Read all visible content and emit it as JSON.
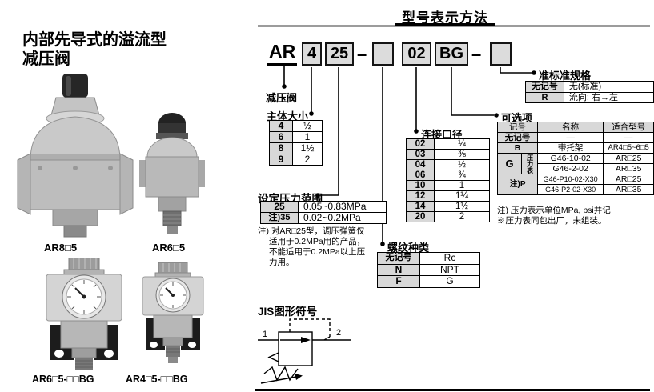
{
  "left": {
    "title_line1": "内部先导式的溢流型",
    "title_line2": "减压阀",
    "captions": [
      "AR8□5",
      "AR6□5",
      "AR6□5-□□BG",
      "AR4□5-□□BG"
    ]
  },
  "header": {
    "title": "型号表示方法"
  },
  "model_code": {
    "prefix": "AR",
    "box1": "4",
    "box2": "25",
    "dash1": "–",
    "box3": "",
    "box4": "02",
    "box5": "BG",
    "dash2": "–",
    "box6": ""
  },
  "valve_label": "减压阀",
  "body_size": {
    "label": "主体大小",
    "rows": [
      [
        "4",
        "½"
      ],
      [
        "6",
        "1"
      ],
      [
        "8",
        "1½"
      ],
      [
        "9",
        "2"
      ]
    ]
  },
  "pressure_range": {
    "label": "设定压力范围",
    "rows": [
      [
        "25",
        "0.05~0.83MPa"
      ],
      [
        "注)35",
        "0.02~0.2MPa"
      ]
    ],
    "note_lines": [
      "注) 对AR□25型，调压弹簧仅",
      "适用于0.2MPa用的产品，",
      "不能适用于0.2MPa以上压",
      "力用。"
    ]
  },
  "port_size": {
    "label": "连接口径",
    "rows": [
      [
        "02",
        "¼"
      ],
      [
        "03",
        "⅜"
      ],
      [
        "04",
        "½"
      ],
      [
        "06",
        "¾"
      ],
      [
        "10",
        "1"
      ],
      [
        "12",
        "1¼"
      ],
      [
        "14",
        "1½"
      ],
      [
        "20",
        "2"
      ]
    ]
  },
  "thread_type": {
    "label": "螺纹种类",
    "rows": [
      [
        "无记号",
        "Rc"
      ],
      [
        "N",
        "NPT"
      ],
      [
        "F",
        "G"
      ]
    ]
  },
  "options": {
    "label": "可选项",
    "headers": [
      "记号",
      "名称",
      "适合型号"
    ],
    "row_none_sign": "无记号",
    "row_none_name": "—",
    "row_none_model": "—",
    "row_b_sign": "B",
    "row_b_name": "带托架",
    "row_b_model": "AR4□5~6□5",
    "g_sign": "G",
    "g_sub": "压力表",
    "g_row1_name": "G46-10-02",
    "g_row1_model": "AR□25",
    "g_row2_name": "G46-2-02",
    "g_row2_model": "AR□35",
    "p_sign": "注)P",
    "p_row1_name": "G46-P10-02-X30",
    "p_row1_model": "AR□25",
    "p_row2_name": "G46-P2-02-X30",
    "p_row2_model": "AR□35",
    "note1": "注) 压力表示单位MPa, psi并记",
    "note2": "※压力表同包出厂，未组装。"
  },
  "semi_standard": {
    "label": "准标准规格",
    "rows": [
      [
        "无记号",
        "无(标准)"
      ],
      [
        "R",
        "流向: 右→左"
      ]
    ]
  },
  "jis": {
    "label": "JIS图形符号",
    "port1": "1",
    "port2": "2"
  }
}
